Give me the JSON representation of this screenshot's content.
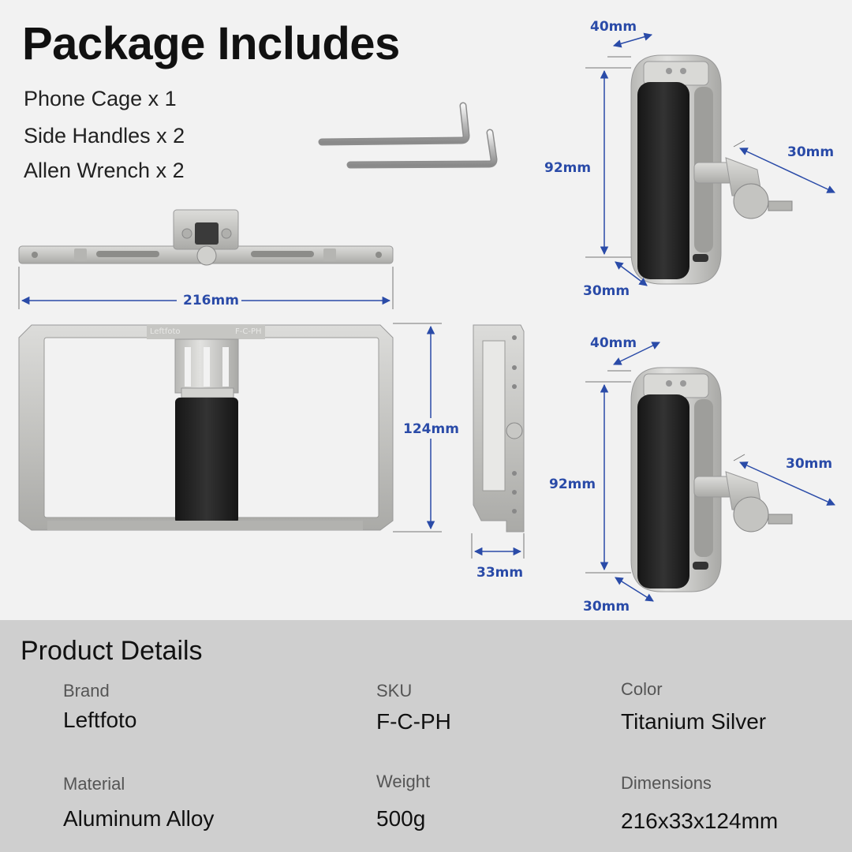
{
  "package": {
    "title": "Package Includes",
    "items": [
      "Phone Cage x 1",
      "Side Handles  x 2",
      "Allen Wrench  x 2"
    ]
  },
  "dimensions": {
    "cage_width": "216mm",
    "cage_height": "124mm",
    "cage_depth": "33mm",
    "handle1_top": "40mm",
    "handle1_height": "92mm",
    "handle1_arm": "30mm",
    "handle1_base": "30mm",
    "handle2_top": "40mm",
    "handle2_height": "92mm",
    "handle2_arm": "30mm",
    "handle2_base": "30mm"
  },
  "engraving": {
    "brand": "Leftfoto",
    "model": "F-C-PH"
  },
  "details": {
    "title": "Product Details",
    "brand_label": "Brand",
    "brand_value": "Leftfoto",
    "sku_label": "SKU",
    "sku_value": "F-C-PH",
    "color_label": "Color",
    "color_value": "Titanium Silver",
    "material_label": "Material",
    "material_value": "Aluminum Alloy",
    "weight_label": "Weight",
    "weight_value": "500g",
    "dimensions_label": "Dimensions",
    "dimensions_value": "216x33x124mm"
  },
  "colors": {
    "dimension_blue": "#2a4ba8",
    "metal": "#c9c9c6",
    "grip": "#222222"
  }
}
